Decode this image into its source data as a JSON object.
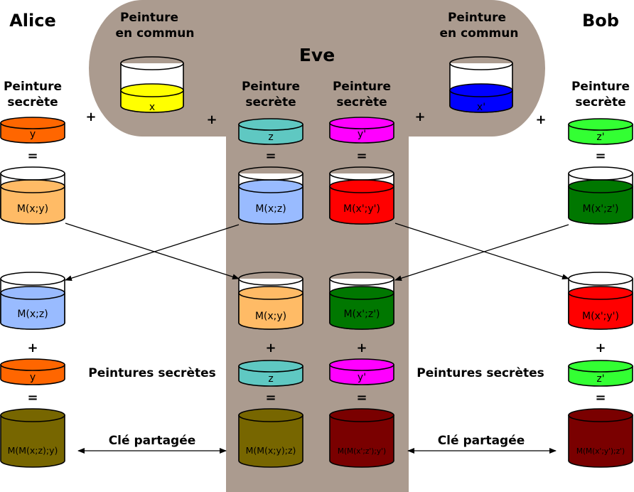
{
  "names": {
    "alice": "Alice",
    "eve": "Eve",
    "bob": "Bob"
  },
  "common_paint_line1": "Peinture",
  "common_paint_line2": "en commun",
  "secret_paint_line1": "Peinture",
  "secret_paint_line2": "secrète",
  "plus": "+",
  "equals": "=",
  "secret_paints_label": "Peintures secrètes",
  "shared_key_label": "Clé partagée",
  "paints": {
    "x": {
      "label": "x",
      "color": "#ffff00"
    },
    "xp": {
      "label": "x'",
      "color": "#0000ff"
    },
    "y": {
      "label": "y",
      "color": "#ff6600"
    },
    "z": {
      "label": "z",
      "color": "#5fc8c2"
    },
    "yp": {
      "label": "y'",
      "color": "#ff00ff"
    },
    "zp": {
      "label": "z'",
      "color": "#33ff33"
    }
  },
  "mixes": {
    "mxy": {
      "label": "M(x;y)",
      "color": "#ffbb66"
    },
    "mxz": {
      "label": "M(x;z)",
      "color": "#99bbff"
    },
    "mxpyp": {
      "label": "M(x';y')",
      "color": "#ff0000"
    },
    "mxpzp": {
      "label": "M(x';z')",
      "color": "#007700"
    }
  },
  "keys": {
    "alice": {
      "label": "M(M(x;z);y)",
      "color": "#776600"
    },
    "eve1": {
      "label": "M(M(x;y);z)",
      "color": "#776600"
    },
    "eve2": {
      "label": "M(M(x';z');y')",
      "color": "#7a0000"
    },
    "bob": {
      "label": "M(M(x';y');z')",
      "color": "#7a0000"
    }
  },
  "eve_region_color": "#ab9b8f"
}
